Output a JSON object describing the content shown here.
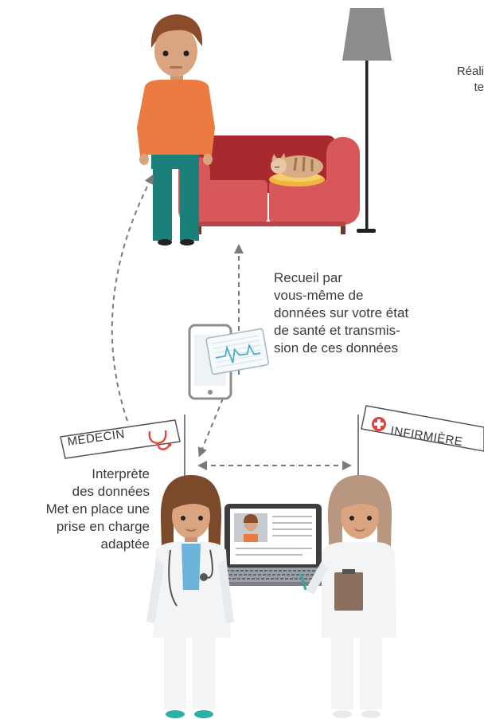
{
  "top_right_text": {
    "line1": "Réali",
    "line2": "te"
  },
  "recueil": {
    "lines": [
      "Recueil par",
      "vous-même de",
      "données sur votre état",
      "de santé et transmis-",
      "sion de ces données"
    ]
  },
  "medecin": {
    "label": "MÉDECIN",
    "description": [
      "Interprète",
      "des données",
      "Met en place une",
      "prise en charge",
      "adaptée"
    ]
  },
  "infirmiere": {
    "label": "INFIRMIÈRE"
  },
  "colors": {
    "shirt_orange": "#ec7b42",
    "pants_teal": "#1b7f7a",
    "sofa_red": "#d8575a",
    "sofa_dark_red": "#a82a2f",
    "lamp_gray": "#8c8c8c",
    "stethoscope_red": "#e0453f",
    "cross_red": "#e0453f",
    "scrubs_blue": "#6ab4d9",
    "dashed_gray": "#7a7a7a"
  }
}
